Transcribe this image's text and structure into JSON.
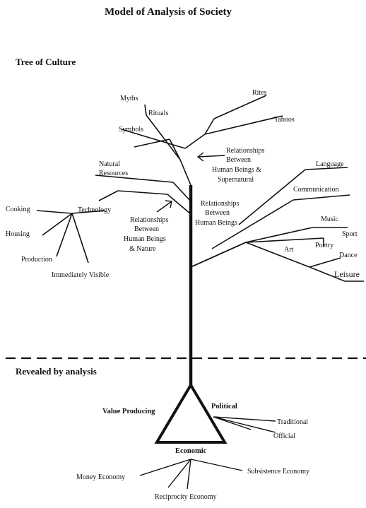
{
  "title": "Model of Analysis of Society",
  "tree_heading": "Tree of Culture",
  "analysis_heading": "Revealed by analysis",
  "labels": {
    "myths": "Myths",
    "rituals": "Rituals",
    "rites": "Rites",
    "taboos": "Taboos",
    "symbols": "Symbols",
    "rel_supernatural": [
      "Relationships",
      "Between",
      "Human Beings &",
      "Supernatural"
    ],
    "natural_resources": [
      "Natural",
      "Resources"
    ],
    "technology": "Technology",
    "cooking": "Cooking",
    "housing": "Housing",
    "production": "Production",
    "immediately_visible": "Immediately  Visible",
    "rel_nature": [
      "Relationships",
      "Between",
      "Human Beings",
      "& Nature"
    ],
    "rel_human": [
      "Relationships",
      "Between",
      "Human Beings"
    ],
    "language": "Language",
    "communication": "Communication",
    "music": "Music",
    "sport": "Sport",
    "poetry": "Poetry",
    "art": "Art",
    "dance": "Dance",
    "leisure": "Leisure",
    "value_producing": "Value Producing",
    "political": "Political",
    "traditional": "Traditional",
    "official": "Official",
    "economic": "Economic",
    "money_economy": "Money Economy",
    "subsistence_economy": "Subsistence Economy",
    "reciprocity_economy": "Reciprocity Economy"
  }
}
